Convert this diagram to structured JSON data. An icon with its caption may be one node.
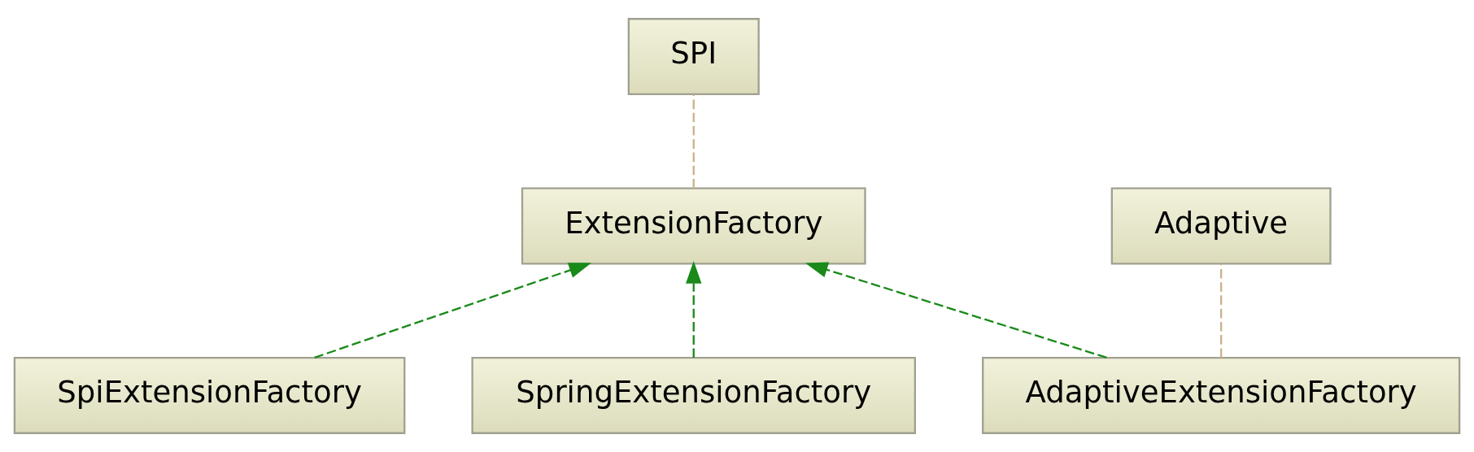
{
  "diagram": {
    "nodes": [
      {
        "text": [
          "SPI"
        ]
      },
      {
        "text": [
          "ExtensionFactory"
        ]
      },
      {
        "text": [
          "Adaptive"
        ]
      },
      {
        "text": [
          "SpiExtensionFactory"
        ]
      },
      {
        "text": [
          "SpringExtensionFactory"
        ]
      },
      {
        "text": [
          "AdaptiveExtensionFactory"
        ]
      }
    ],
    "edges": [
      {
        "from": 3,
        "to": 1,
        "arrow": "to",
        "style": "dashed"
      },
      {
        "from": 4,
        "to": 1,
        "arrow": "to",
        "style": "dashed"
      },
      {
        "from": 5,
        "to": 1,
        "arrow": "to",
        "style": "dashed"
      },
      {
        "from": 1,
        "to": 0,
        "arrow": "none",
        "style": "dashed",
        "color": "#c8b48c"
      },
      {
        "from": 5,
        "to": 2,
        "arrow": "none",
        "style": "dashed",
        "color": "#c8b48c"
      }
    ]
  }
}
